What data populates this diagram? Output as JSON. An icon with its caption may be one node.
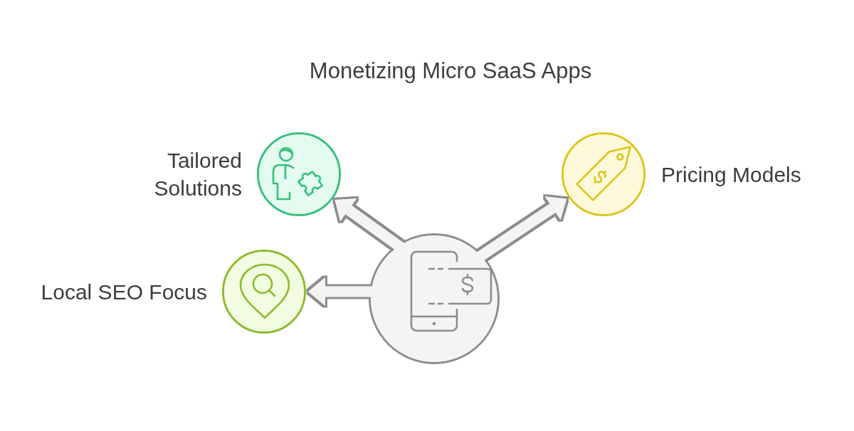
{
  "diagram": {
    "title": "Monetizing Micro SaaS Apps",
    "nodes": [
      {
        "text": [],
        "shape": "circle"
      },
      {
        "text": [
          "Tailored Solutions"
        ]
      },
      {
        "text": [
          "Pricing Models"
        ]
      },
      {
        "text": [
          "Local SEO Focus"
        ]
      }
    ],
    "edges": [
      {
        "from": 0,
        "to": 1,
        "arrow": "to"
      },
      {
        "from": 0,
        "to": 2,
        "arrow": "to"
      },
      {
        "from": 0,
        "to": 3,
        "arrow": "to"
      }
    ]
  }
}
